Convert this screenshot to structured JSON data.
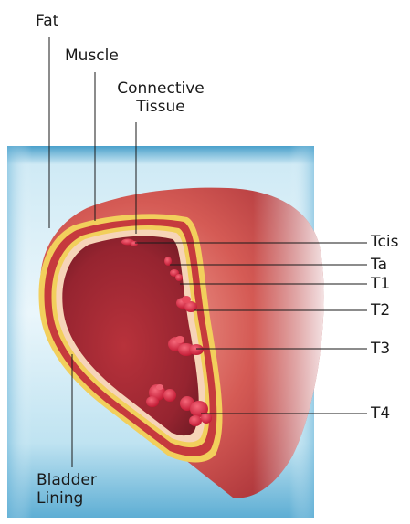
{
  "labels": {
    "fat": "Fat",
    "muscle": "Muscle",
    "connective_tissue": [
      "Connective",
      "Tissue"
    ],
    "bladder_lining": [
      "Bladder",
      "Lining"
    ]
  },
  "stages": [
    {
      "label": "Tcis"
    },
    {
      "label": "Ta"
    },
    {
      "label": "T1"
    },
    {
      "label": "T2"
    },
    {
      "label": "T3"
    },
    {
      "label": "T4"
    }
  ],
  "colors": {
    "panel_top": "#e9f6fb",
    "panel_mid": "#a8dcef",
    "panel_edge": "#4fa3cc",
    "fat_layer": "#f2cf5c",
    "muscle_outer": "#c8333a",
    "muscle_inner": "#d9574f",
    "connective": "#f6d4b8",
    "lining": "#a3232e",
    "cavity": "#9b2831",
    "tumor": "#d8283e",
    "leader": "#1a1a1a"
  }
}
